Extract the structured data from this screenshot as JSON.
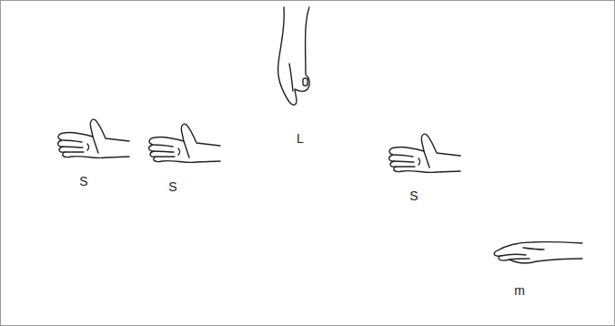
{
  "diagram": {
    "labels": [
      "S",
      "S",
      "L",
      "S",
      "m"
    ]
  }
}
